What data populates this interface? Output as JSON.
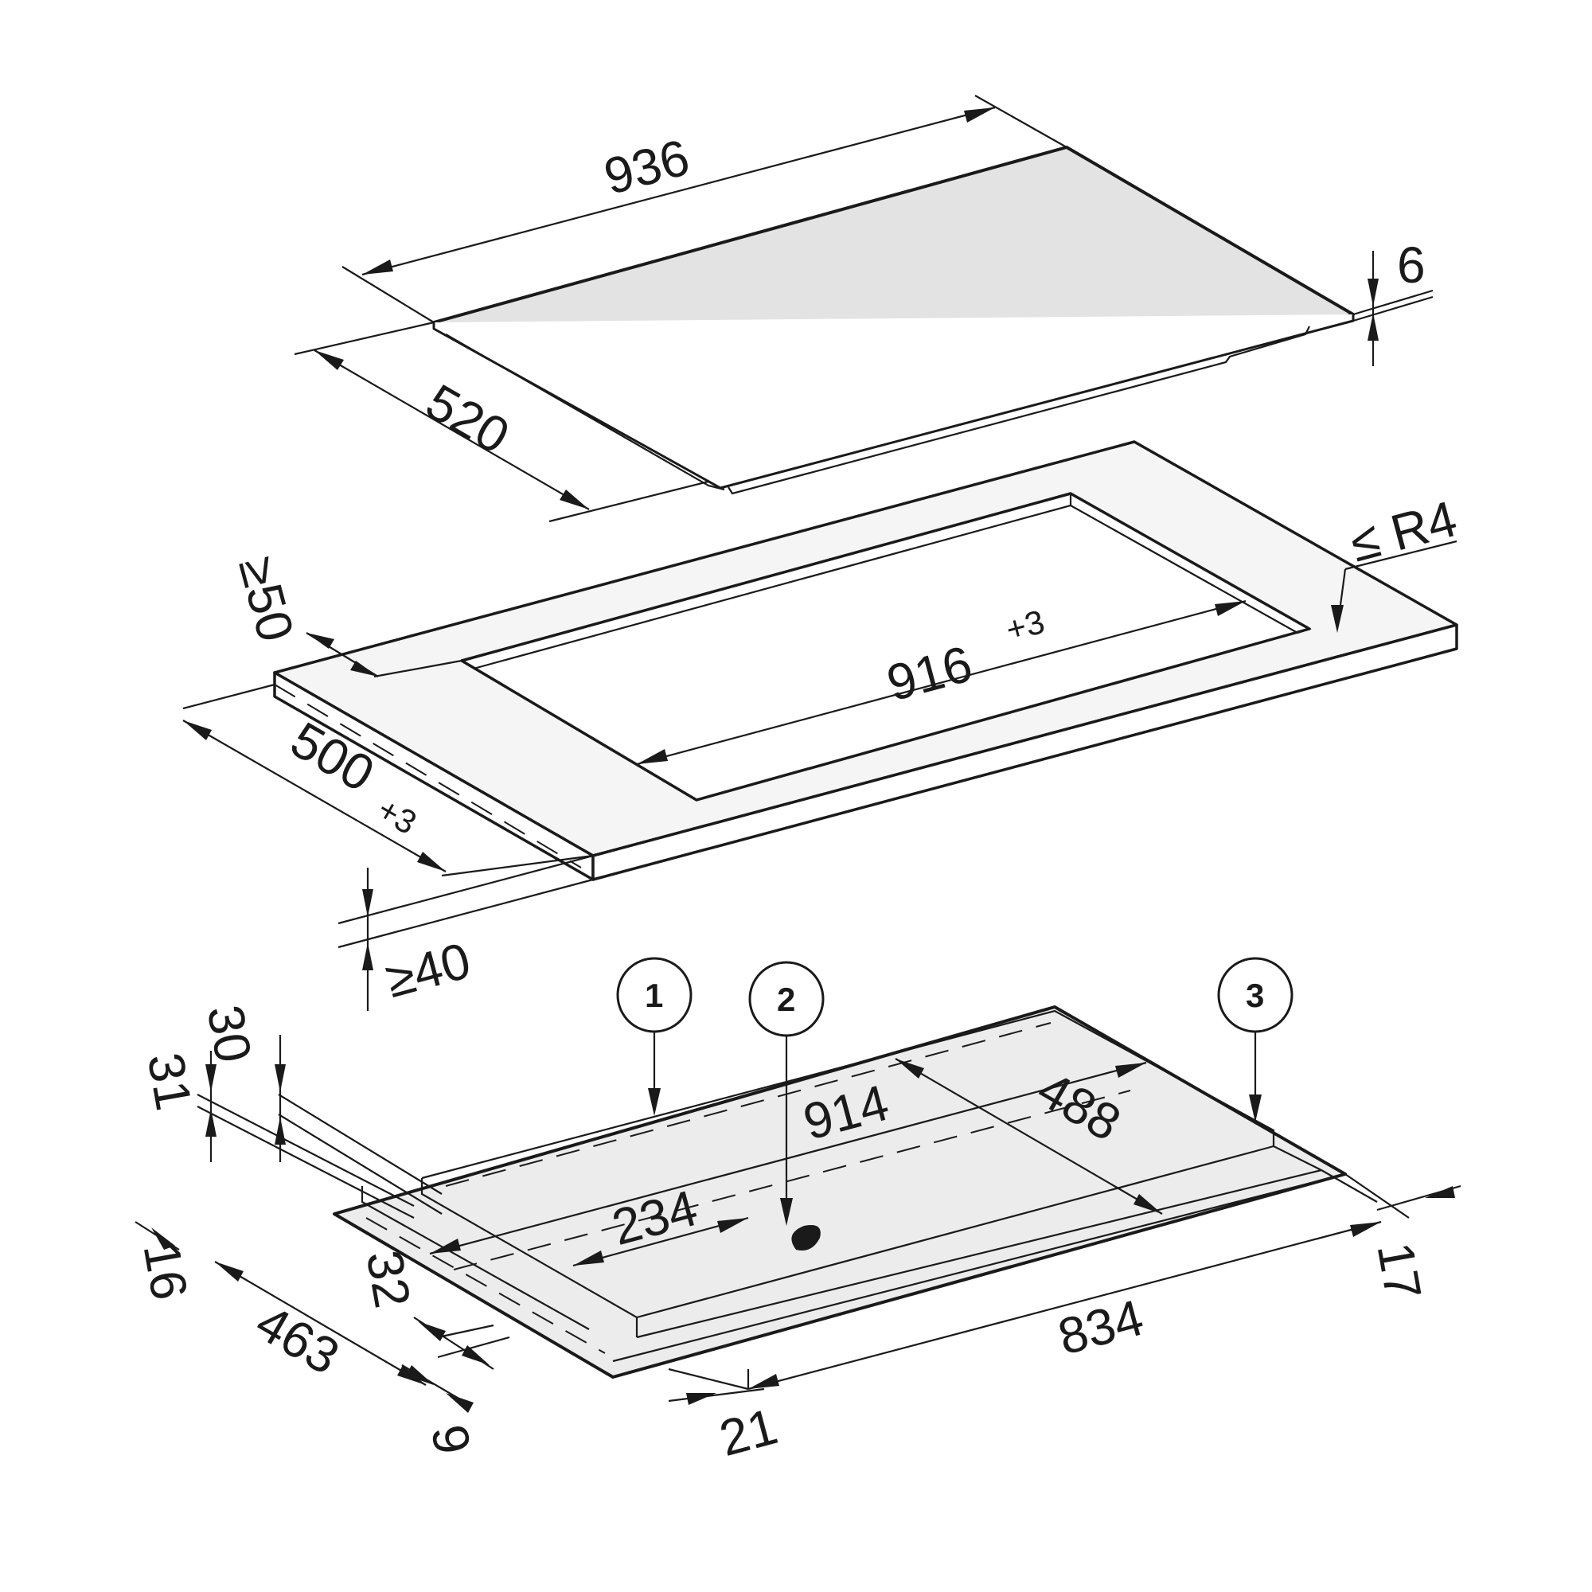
{
  "dimensions": {
    "glass_width": "936",
    "glass_depth": "520",
    "glass_thickness": "6",
    "radius": "≤ R4",
    "cutout_width": "916",
    "cutout_width_tol": "+3",
    "cutout_depth": "500",
    "cutout_depth_tol": "+3",
    "front_margin": "≥50",
    "worktop_thickness": "≥40",
    "base_width": "914",
    "base_depth": "488",
    "connection_offset": "234",
    "base_span": "834",
    "dim_31": "31",
    "dim_30": "30",
    "dim_16": "16",
    "dim_463": "463",
    "dim_32": "32",
    "dim_9": "9",
    "dim_21": "21",
    "dim_17": "17"
  },
  "callouts": [
    "1",
    "2",
    "3"
  ]
}
